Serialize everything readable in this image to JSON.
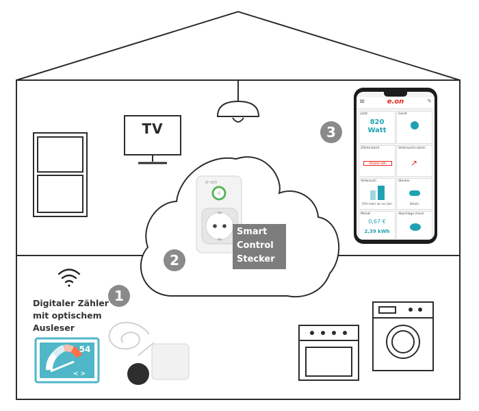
{
  "diagram": {
    "tv_label": "TV",
    "steps": [
      {
        "number": "1"
      },
      {
        "number": "2"
      },
      {
        "number": "3"
      }
    ],
    "meter": {
      "label_lines": [
        "Digitaler Zähler",
        "mit optischem",
        "Ausleser"
      ],
      "display_value": "54",
      "display_arrows": "< >"
    },
    "plug": {
      "caption_lines": [
        "Smart",
        "Control",
        "Stecker"
      ],
      "brand": "e.on"
    },
    "app": {
      "brand": "e.on",
      "menu_icon": "hamburger-icon",
      "tiles": {
        "now_title": "Jetzt",
        "now_value_line1": "820",
        "now_value_line2": "Watt",
        "device_title": "Gerät",
        "meter_title": "Zählerstand",
        "meter_value": "000844 kWh",
        "peak_title": "Verbrauchs-alarm",
        "history_title": "Verbrauch",
        "history_note": "50% mehr als vor Jahr",
        "switch_title": "Stecker",
        "switch_note": "Details",
        "month_title": "Monat",
        "month_cost": "0,67 €",
        "month_energy": "2,39 kWh",
        "invoice_title": "Abschlags-check"
      }
    },
    "colors": {
      "line": "#2b2b2b",
      "cloud": "#2b2b2b",
      "badge": "#8a8a8a",
      "accent_teal": "#1ea2b1",
      "brand_red": "#e2251b",
      "caption_bg": "#7d7d7d"
    }
  }
}
